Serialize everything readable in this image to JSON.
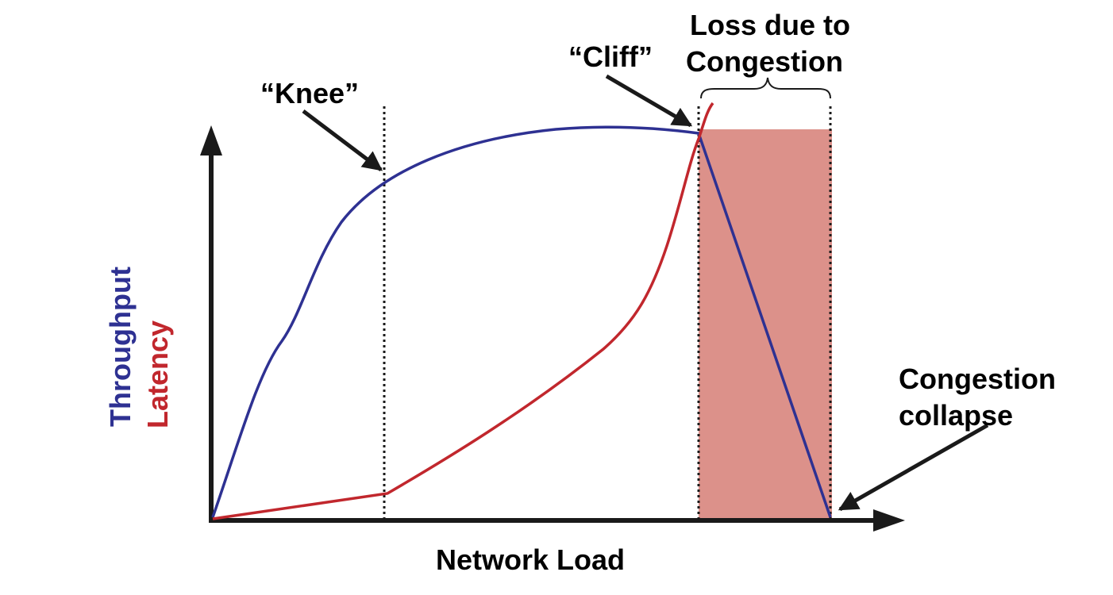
{
  "figure": {
    "xlabel": "Network Load",
    "ylabel_throughput": "Throughput",
    "ylabel_latency": "Latency",
    "annotations": {
      "knee": "“Knee”",
      "cliff": "“Cliff”",
      "loss_line1": "Loss due to",
      "loss_line2": "Congestion",
      "collapse_line1": "Congestion",
      "collapse_line2": "collapse"
    }
  },
  "colors": {
    "throughput": "#2e3192",
    "latency": "#c1272d",
    "loss_region": "#dc918a",
    "axes": "#1a1a1a",
    "text": "#000000"
  }
}
